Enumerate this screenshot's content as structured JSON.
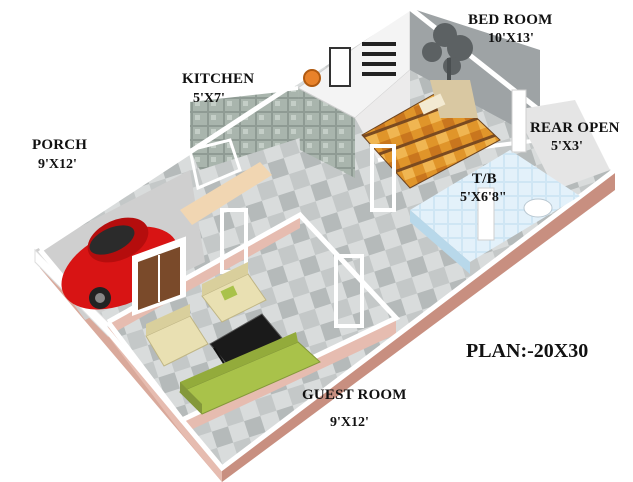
{
  "plan_title": "PLAN:-20X30",
  "rooms": [
    {
      "name": "BED ROOM",
      "size": "10'X13'"
    },
    {
      "name": "KITCHEN",
      "size": "5'X7'"
    },
    {
      "name": "PORCH",
      "size": "9'X12'"
    },
    {
      "name": "REAR OPEN",
      "size": "5'X3'"
    },
    {
      "name": "T/B",
      "size": "5'X6'8\""
    },
    {
      "name": "GUEST ROOM",
      "size": "9'X12'"
    }
  ],
  "colors": {
    "floor_tile_light": "#d9dcdc",
    "floor_tile_dark": "#aeb3b3",
    "wall_pink": "#e6bcb0",
    "wall_top": "#ffffff",
    "car_red": "#d81414",
    "sofa_green": "#a9c24a",
    "bathroom_blue": "#cfe6f4",
    "bedspread_orange": "#e0952a"
  }
}
